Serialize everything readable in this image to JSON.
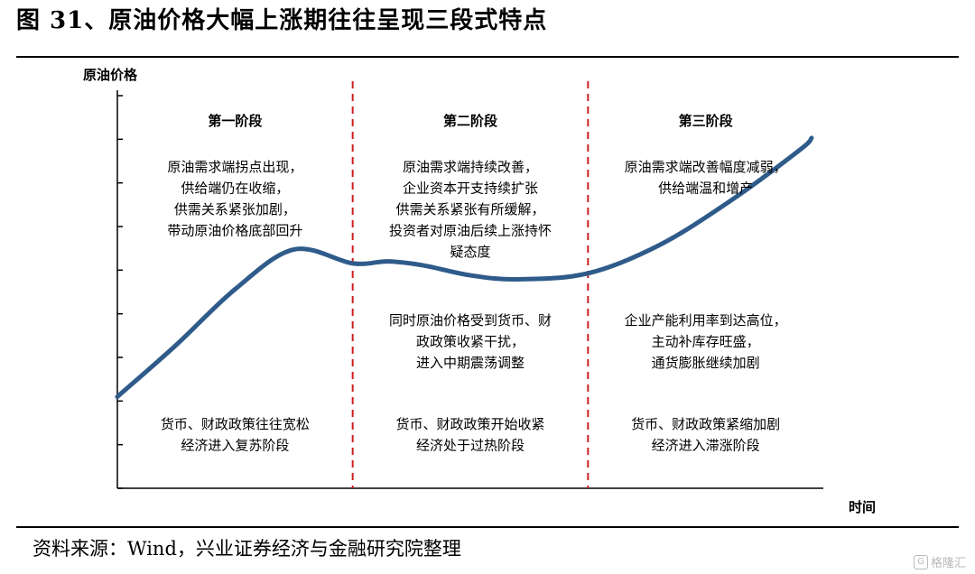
{
  "header": {
    "title": "图 31、原油价格大幅上涨期往往呈现三段式特点"
  },
  "footer": {
    "source": "资料来源：Wind，兴业证券经济与金融研究院整理"
  },
  "watermark": {
    "icon": "G",
    "text": "格隆汇"
  },
  "colors": {
    "curve": "#2f5b8a",
    "divider": "#cc1f1f",
    "axis": "#000000"
  },
  "chart_data": {
    "type": "line",
    "ylabel": "原油价格",
    "xlabel": "时间",
    "grid": false,
    "y_ticks": 9,
    "stage_boundaries": [
      1,
      2
    ],
    "stages": [
      {
        "title": "第一阶段",
        "upper_text": [
          "原油需求端拐点出现，",
          "供给端仍在收缩，",
          "供需关系紧张加剧，",
          "带动原油价格底部回升"
        ],
        "middle_text": [],
        "lower_text": [
          "货币、财政政策往往宽松",
          "经济进入复苏阶段"
        ]
      },
      {
        "title": "第二阶段",
        "upper_text": [
          "原油需求端持续改善，",
          "企业资本开支持续扩张",
          "供需关系紧张有所缓解，",
          "投资者对原油后续上涨持怀",
          "疑态度"
        ],
        "middle_text": [
          "同时原油价格受到货币、财",
          "政政策收紧干扰，",
          "进入中期震荡调整"
        ],
        "lower_text": [
          "货币、财政政策开始收紧",
          "经济处于过热阶段"
        ]
      },
      {
        "title": "第三阶段",
        "upper_text": [
          "原油需求端改善幅度减弱，",
          "供给端温和增产"
        ],
        "middle_text": [
          "企业产能利用率到达高位，",
          "主动补库存旺盛，",
          "通货膨胀继续加剧"
        ],
        "lower_text": [
          "货币、财政政策紧缩加剧",
          "经济进入滞涨阶段"
        ]
      }
    ],
    "curve": {
      "x": [
        0.0,
        0.25,
        0.5,
        0.75,
        1.0,
        1.15,
        1.3,
        1.5,
        1.7,
        2.0,
        2.3,
        2.6,
        2.9,
        2.95
      ],
      "y": [
        2.3,
        3.6,
        5.0,
        6.0,
        5.65,
        5.7,
        5.6,
        5.35,
        5.25,
        5.4,
        6.1,
        7.2,
        8.5,
        8.8
      ]
    }
  }
}
